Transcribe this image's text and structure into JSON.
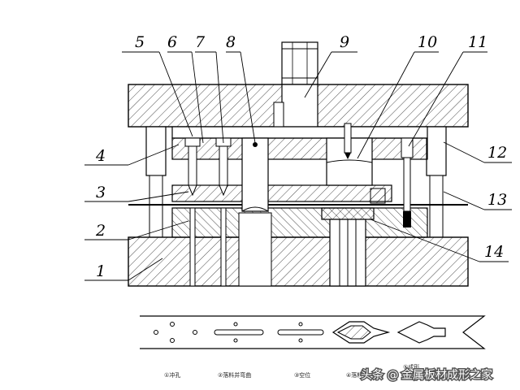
{
  "callouts": [
    {
      "id": "1",
      "label": "1"
    },
    {
      "id": "2",
      "label": "2"
    },
    {
      "id": "3",
      "label": "3"
    },
    {
      "id": "4",
      "label": "4"
    },
    {
      "id": "5",
      "label": "5"
    },
    {
      "id": "6",
      "label": "6"
    },
    {
      "id": "7",
      "label": "7"
    },
    {
      "id": "8",
      "label": "8"
    },
    {
      "id": "9",
      "label": "9"
    },
    {
      "id": "10",
      "label": "10"
    },
    {
      "id": "11",
      "label": "11"
    },
    {
      "id": "12",
      "label": "12"
    },
    {
      "id": "13",
      "label": "13"
    },
    {
      "id": "14",
      "label": "14"
    }
  ],
  "strip_stations": [
    {
      "label": "①冲孔"
    },
    {
      "label": "②落料并弯曲"
    },
    {
      "label": "③空位"
    },
    {
      "label": "④落料"
    },
    {
      "label": "⑤成形"
    }
  ],
  "watermark": {
    "prefix": "头条 @",
    "name": "金属板材成形之家"
  }
}
